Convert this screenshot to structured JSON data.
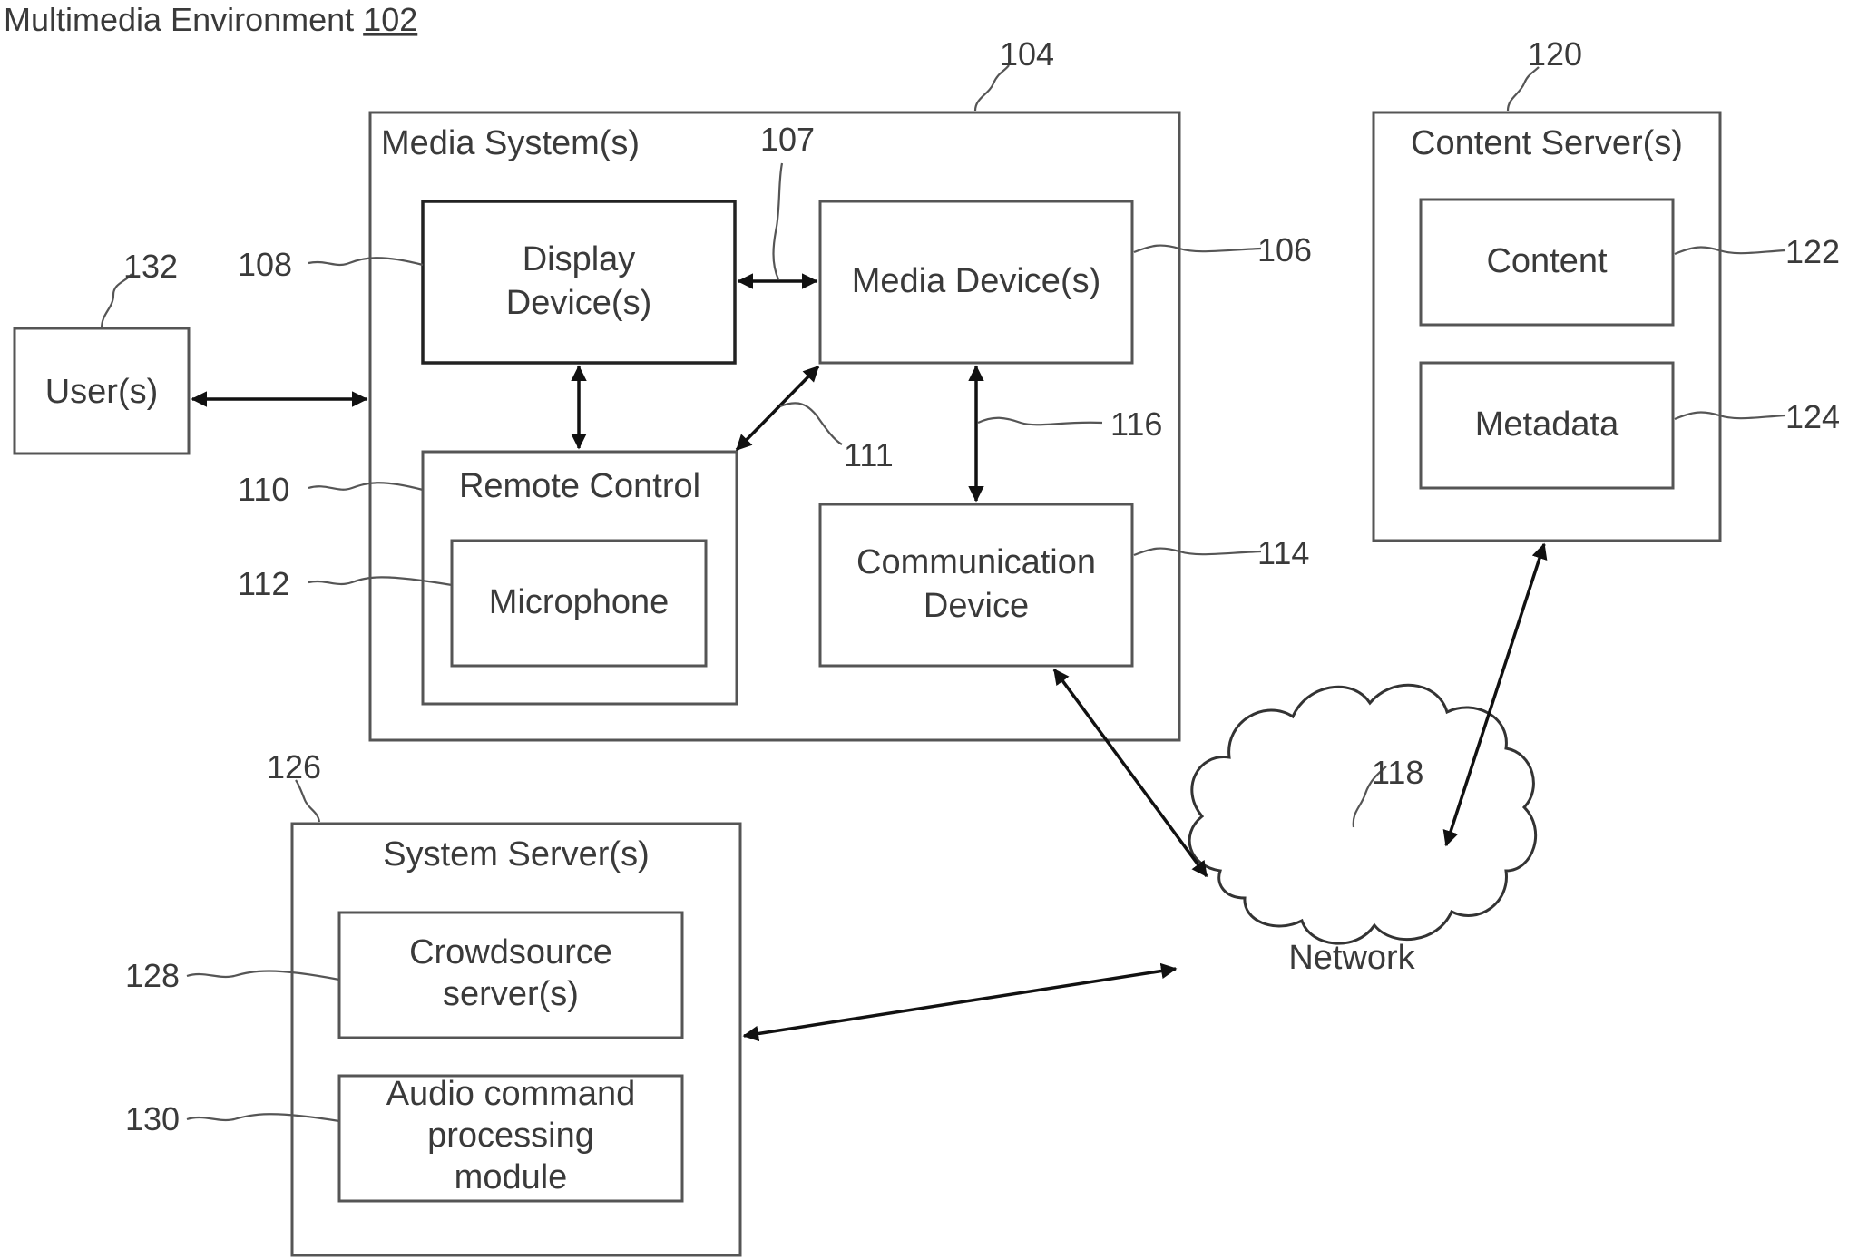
{
  "title": {
    "text": "Multimedia Environment ",
    "ref": "102"
  },
  "user": {
    "label": "User(s)",
    "ref": "132"
  },
  "media_system": {
    "label": "Media System(s)",
    "ref": "104",
    "display_device": {
      "line1": "Display",
      "line2": "Device(s)",
      "ref": "108"
    },
    "media_device": {
      "label": "Media Device(s)",
      "ref": "106"
    },
    "remote_control": {
      "label": "Remote Control",
      "ref": "110"
    },
    "microphone": {
      "label": "Microphone",
      "ref": "112"
    },
    "communication_device": {
      "line1": "Communication",
      "line2": "Device",
      "ref": "114"
    },
    "link_display_media_ref": "107",
    "link_remote_media_ref": "111",
    "link_media_comm_ref": "116"
  },
  "content_server": {
    "label": "Content Server(s)",
    "ref": "120",
    "content": {
      "label": "Content",
      "ref": "122"
    },
    "metadata": {
      "label": "Metadata",
      "ref": "124"
    }
  },
  "network": {
    "label": "Network",
    "ref": "118"
  },
  "system_server": {
    "label": "System Server(s)",
    "ref": "126",
    "crowdsource": {
      "line1": "Crowdsource",
      "line2": "server(s)",
      "ref": "128"
    },
    "audio_module": {
      "line1": "Audio command",
      "line2": "processing",
      "line3": "module",
      "ref": "130"
    }
  }
}
